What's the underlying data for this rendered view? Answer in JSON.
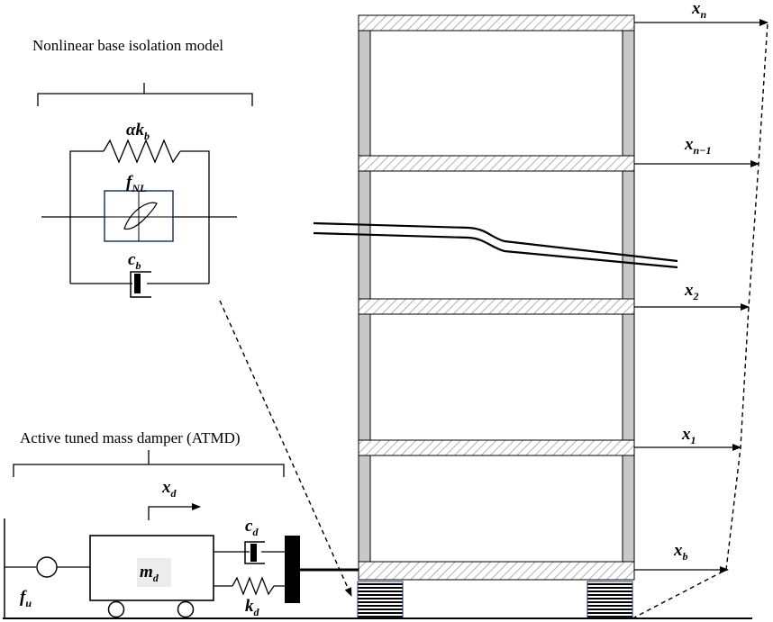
{
  "captions": {
    "base_isolation": "Nonlinear base isolation model",
    "atmd": "Active tuned mass damper (ATMD)"
  },
  "symbols": {
    "alpha_kb": {
      "main": "αk",
      "sub": "b"
    },
    "f_nl": {
      "main": "f",
      "sub": "NL"
    },
    "c_b": {
      "main": "c",
      "sub": "b"
    },
    "x_d": {
      "main": "x",
      "sub": "d"
    },
    "m_d": {
      "main": "m",
      "sub": "d"
    },
    "c_d": {
      "main": "c",
      "sub": "d"
    },
    "k_d": {
      "main": "k",
      "sub": "d"
    },
    "f_u": {
      "main": "f",
      "sub": "u"
    },
    "x_n": {
      "main": "x",
      "sub": "n"
    },
    "x_n_1": {
      "main": "x",
      "sub": "n−1"
    },
    "x_2": {
      "main": "x",
      "sub": "2"
    },
    "x_1": {
      "main": "x",
      "sub": "1"
    },
    "x_b": {
      "main": "x",
      "sub": "b"
    }
  },
  "colors": {
    "line": "#000000",
    "column": "#c8c8c8",
    "slab_hatch": "#b0b0b0",
    "isolator_box": "#1f3a6b",
    "mass_label_bg": "#ececec"
  }
}
